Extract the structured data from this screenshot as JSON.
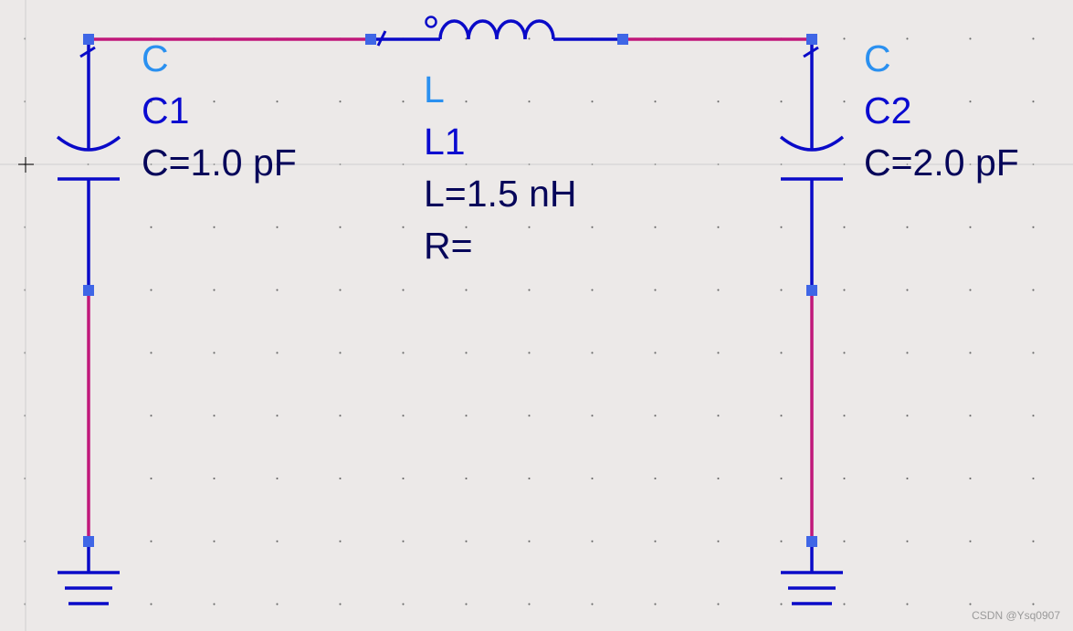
{
  "colors": {
    "background": "#ece9e8",
    "component": "#0a0ac8",
    "wire": "#c0187a",
    "pin": "#3f66e6",
    "type_label": "#2a90f0",
    "instance_label": "#0a0ad0",
    "param_label": "#06065a",
    "crosshair": "#c8c8c8"
  },
  "components": {
    "c1": {
      "type": "C",
      "name": "C1",
      "params": [
        "C=1.0 pF"
      ]
    },
    "l1": {
      "type": "L",
      "name": "L1",
      "params": [
        "L=1.5 nH",
        "R="
      ]
    },
    "c2": {
      "type": "C",
      "name": "C2",
      "params": [
        "C=2.0 pF"
      ]
    }
  },
  "watermark": "CSDN @Ysq0907"
}
